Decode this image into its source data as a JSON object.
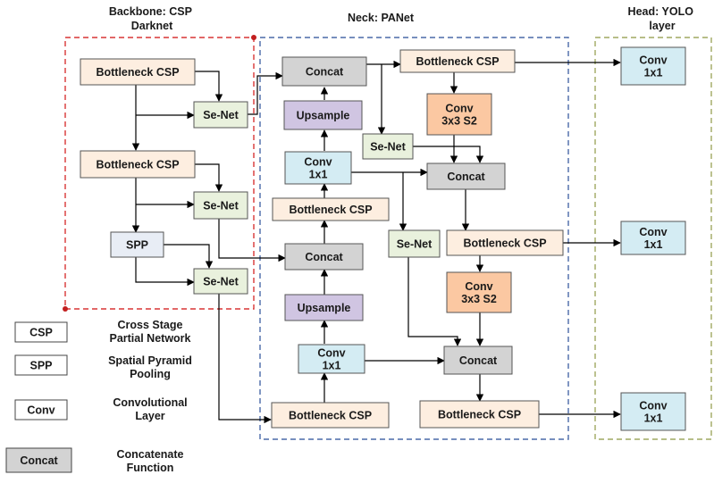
{
  "sections": {
    "backbone": [
      "Backbone: CSP",
      "Darknet"
    ],
    "neck": [
      "Neck: PANet"
    ],
    "head": [
      "Head: YOLO",
      "layer"
    ]
  },
  "colors": {
    "csp": "#fdeee0",
    "senet": "#e9f1dd",
    "spp": "#e8edf5",
    "concat": "#d3d3d3",
    "upsample": "#d0c5e2",
    "conv1": "#d4ecf3",
    "conv3": "#fbc8a2",
    "backbone_border": "#d93535",
    "neck_border": "#4a6aa8",
    "head_border": "#9fa860"
  },
  "nodes": {
    "bb_csp1": [
      "Bottleneck CSP"
    ],
    "bb_se1": [
      "Se-Net"
    ],
    "bb_csp2": [
      "Bottleneck CSP"
    ],
    "bb_se2": [
      "Se-Net"
    ],
    "bb_spp": [
      "SPP"
    ],
    "bb_se3": [
      "Se-Net"
    ],
    "n_concat1": [
      "Concat"
    ],
    "n_up1": [
      "Upsample"
    ],
    "n_conv1": [
      "Conv",
      "1x1"
    ],
    "n_csp1": [
      "Bottleneck CSP"
    ],
    "n_concat2": [
      "Concat"
    ],
    "n_up2": [
      "Upsample"
    ],
    "n_conv2": [
      "Conv",
      "1x1"
    ],
    "n_csp2": [
      "Bottleneck CSP"
    ],
    "n_csp3": [
      "Bottleneck CSP"
    ],
    "n_conv3": [
      "Conv",
      "3x3 S2"
    ],
    "n_senet": [
      "Se-Net"
    ],
    "n_concat3": [
      "Concat"
    ],
    "n_senet2": [
      "Se-Net"
    ],
    "n_csp4": [
      "Bottleneck CSP"
    ],
    "n_conv4": [
      "Conv",
      "3x3 S2"
    ],
    "n_concat4": [
      "Concat"
    ],
    "n_csp5": [
      "Bottleneck CSP"
    ],
    "h_conv1": [
      "Conv",
      "1x1"
    ],
    "h_conv2": [
      "Conv",
      "1x1"
    ],
    "h_conv3": [
      "Conv",
      "1x1"
    ]
  },
  "legend": [
    {
      "key": "CSP",
      "desc": [
        "Cross Stage",
        "Partial Network"
      ]
    },
    {
      "key": "SPP",
      "desc": [
        "Spatial Pyramid",
        "Pooling"
      ]
    },
    {
      "key": "Conv",
      "desc": [
        "Convolutional",
        "Layer"
      ]
    },
    {
      "key": "Concat",
      "desc": [
        "Concatenate",
        "Function"
      ]
    }
  ]
}
